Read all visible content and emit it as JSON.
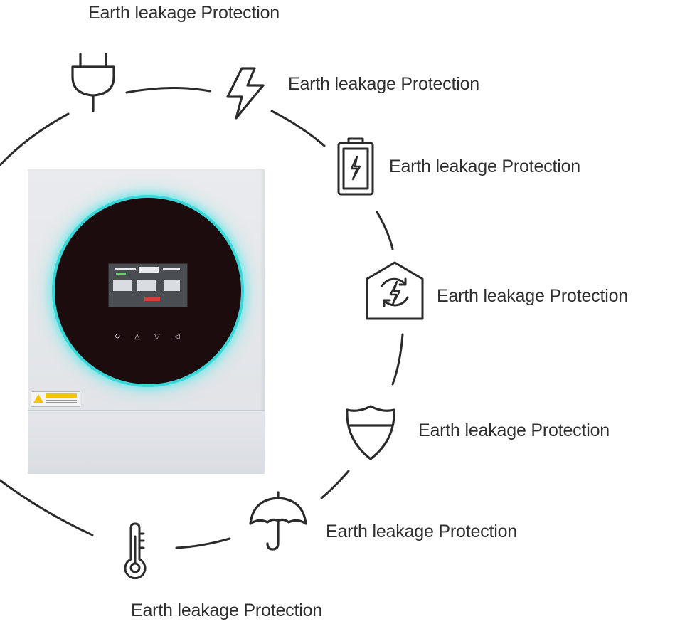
{
  "features": [
    {
      "icon": "plug-icon",
      "label": "Earth leakage Protection"
    },
    {
      "icon": "lightning-icon",
      "label": "Earth leakage Protection"
    },
    {
      "icon": "battery-icon",
      "label": "Earth leakage Protection"
    },
    {
      "icon": "home-energy-icon",
      "label": "Earth leakage Protection"
    },
    {
      "icon": "shield-icon",
      "label": "Earth leakage Protection"
    },
    {
      "icon": "umbrella-icon",
      "label": "Earth leakage Protection"
    },
    {
      "icon": "thermometer-icon",
      "label": "Earth leakage Protection"
    }
  ],
  "colors": {
    "ring_glow": "#3ad7d9",
    "panel": "#e4e7eb",
    "line": "#2b2b2b"
  }
}
